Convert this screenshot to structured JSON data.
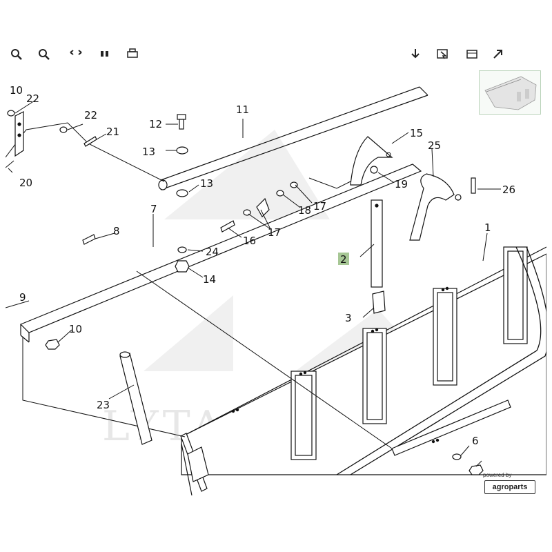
{
  "toolbar": {
    "buttons": [
      {
        "name": "zoom-in-button",
        "icon": "magnifier-plus-icon"
      },
      {
        "name": "zoom-out-button",
        "icon": "magnifier-minus-icon"
      },
      {
        "name": "fit-width-button",
        "icon": "fit-width-icon"
      },
      {
        "name": "fit-page-button",
        "icon": "fit-page-icon"
      },
      {
        "name": "print-button",
        "icon": "printer-icon"
      },
      {
        "name": "download-button",
        "icon": "download-icon"
      },
      {
        "name": "hotspot-toggle-button",
        "icon": "cursor-box-icon"
      },
      {
        "name": "fullscreen-button",
        "icon": "fullscreen-icon"
      },
      {
        "name": "expand-button",
        "icon": "expand-arrow-icon"
      }
    ]
  },
  "diagram": {
    "callouts": [
      "1",
      "2",
      "3",
      "6",
      "7",
      "8",
      "9",
      "10",
      "10",
      "11",
      "12",
      "13",
      "13",
      "14",
      "15",
      "16",
      "17",
      "17",
      "18",
      "19",
      "20",
      "21",
      "22",
      "22",
      "23",
      "24",
      "25",
      "26"
    ],
    "highlighted_callout": "2",
    "highlight_color": "#a7c795",
    "watermark": "LYTAGRA"
  },
  "branding": {
    "powered_by": "powered by",
    "vendor": "agroparts"
  }
}
